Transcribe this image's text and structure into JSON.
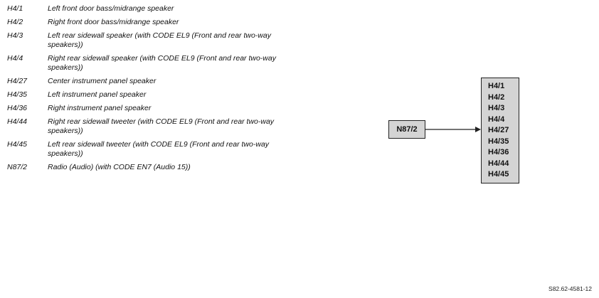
{
  "legend": [
    {
      "code": "H4/1",
      "description": "Left front door bass/midrange speaker"
    },
    {
      "code": "H4/2",
      "description": "Right front door bass/midrange speaker"
    },
    {
      "code": "H4/3",
      "description": "Left rear sidewall speaker (with CODE EL9 (Front and rear two-way speakers))"
    },
    {
      "code": "H4/4",
      "description": "Right rear sidewall speaker (with CODE EL9 (Front and rear two-way speakers))"
    },
    {
      "code": "H4/27",
      "description": "Center instrument panel speaker"
    },
    {
      "code": "H4/35",
      "description": "Left instrument panel speaker"
    },
    {
      "code": "H4/36",
      "description": "Right instrument panel speaker"
    },
    {
      "code": "H4/44",
      "description": "Right rear sidewall tweeter (with CODE EL9 (Front and rear two-way speakers))"
    },
    {
      "code": "H4/45",
      "description": "Left rear sidewall tweeter (with CODE EL9 (Front and rear two-way speakers))"
    },
    {
      "code": "N87/2",
      "description": "Radio (Audio) (with CODE EN7 (Audio 15))"
    }
  ],
  "diagram": {
    "source": "N87/2",
    "targets": [
      "H4/1",
      "H4/2",
      "H4/3",
      "H4/4",
      "H4/27",
      "H4/35",
      "H4/36",
      "H4/44",
      "H4/45"
    ]
  },
  "footer": {
    "code": "S82.62-4581-12"
  },
  "colors": {
    "box_fill": "#d4d4d4",
    "line": "#222222"
  }
}
